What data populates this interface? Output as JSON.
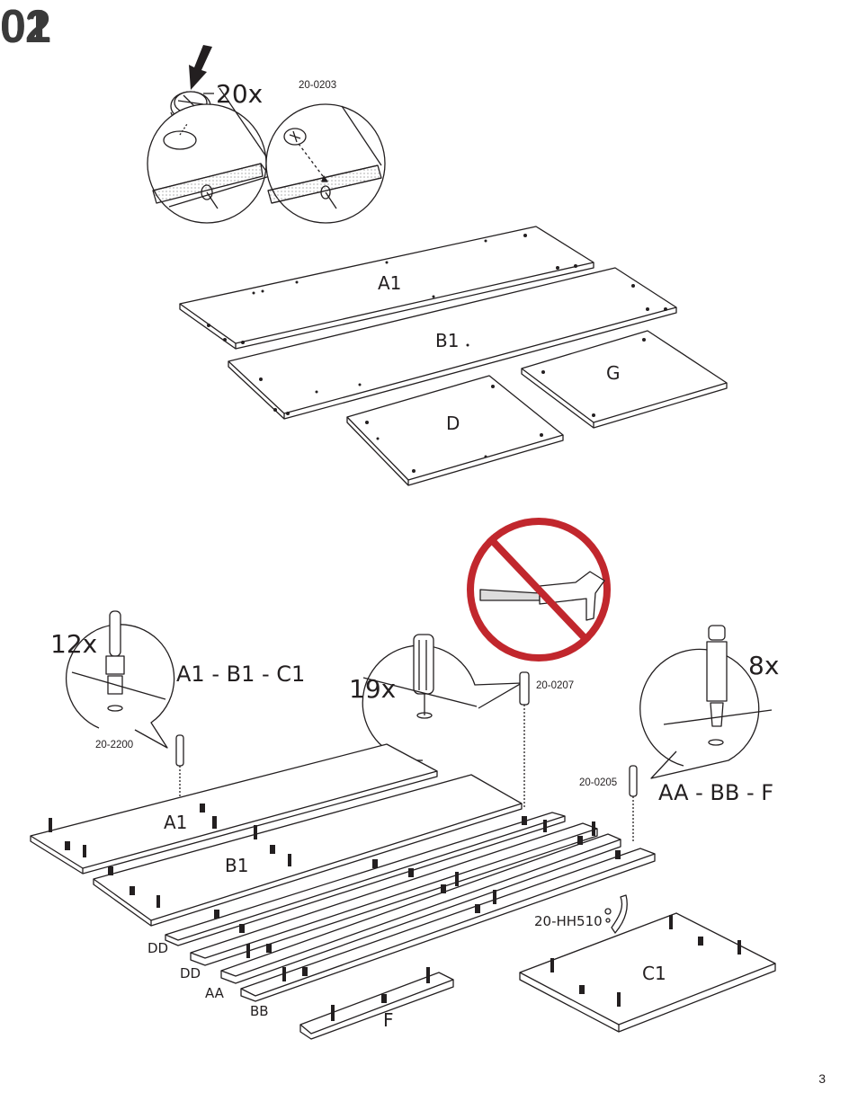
{
  "step1": {
    "number": "01",
    "quantity": "20x",
    "part_code": "20-0203",
    "panels": [
      "A1",
      "B1",
      "D",
      "G"
    ]
  },
  "step2": {
    "number": "02",
    "callout_left": {
      "quantity": "12x",
      "applies_to": "A1 - B1 - C1",
      "part_code": "20-2200"
    },
    "callout_mid": {
      "quantity": "19x",
      "part_code": "20-0207"
    },
    "callout_right": {
      "quantity": "8x",
      "applies_to": "AA - BB - F",
      "part_code": "20-0205"
    },
    "hardware_label": "20-HH510",
    "parts": [
      "A1",
      "B1",
      "DD",
      "DD",
      "AA",
      "BB",
      "F",
      "C1"
    ]
  },
  "page_number": "3",
  "colors": {
    "prohibited": "#c1272d",
    "ink": "#231f20"
  }
}
